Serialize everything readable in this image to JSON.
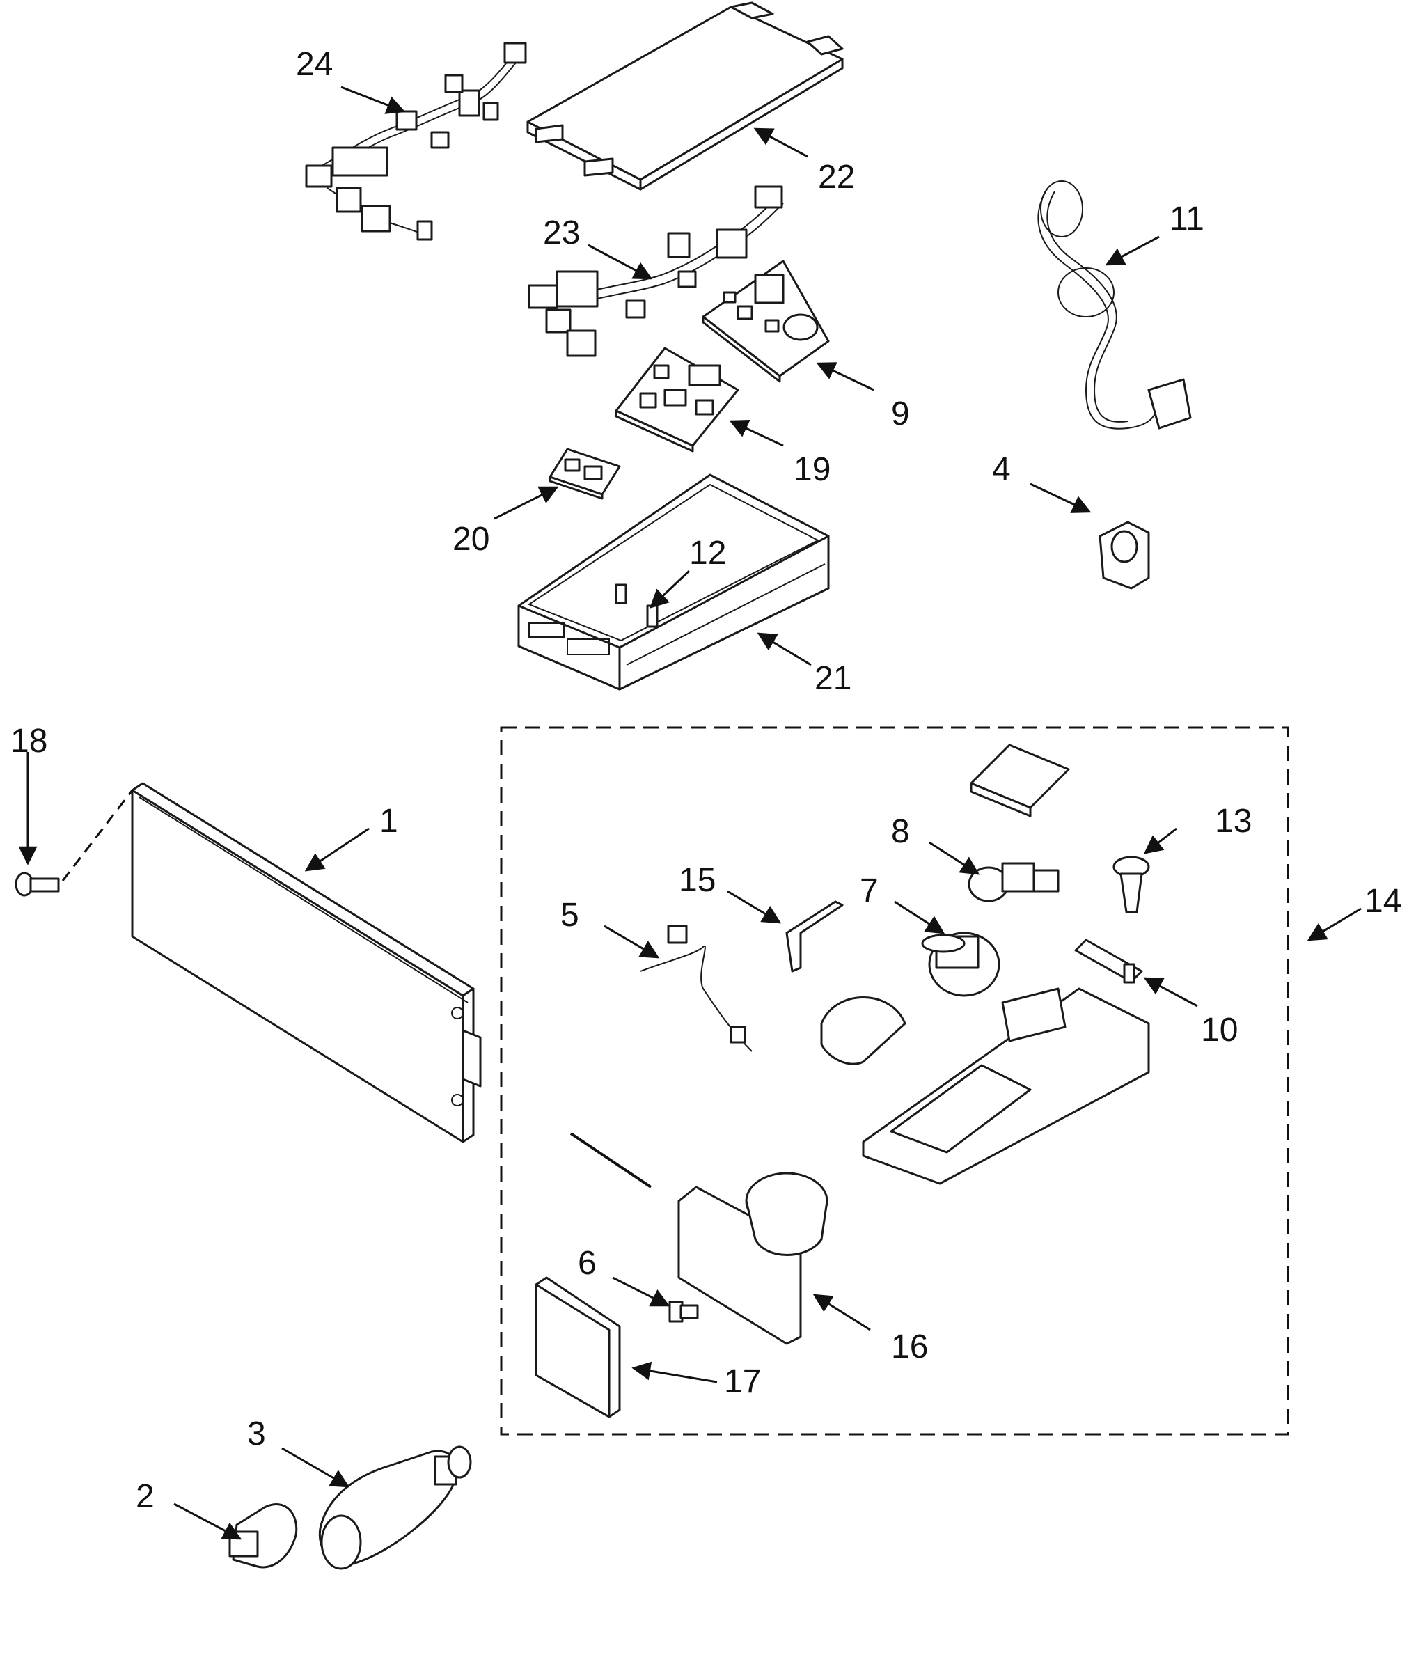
{
  "callouts": {
    "c1": "1",
    "c2": "2",
    "c3": "3",
    "c4": "4",
    "c5": "5",
    "c6": "6",
    "c7": "7",
    "c8": "8",
    "c9": "9",
    "c10": "10",
    "c11": "11",
    "c12": "12",
    "c13": "13",
    "c14": "14",
    "c15": "15",
    "c16": "16",
    "c17": "17",
    "c18": "18",
    "c19": "19",
    "c20": "20",
    "c21": "21",
    "c22": "22",
    "c23": "23",
    "c24": "24"
  },
  "colors": {
    "line": "#1a1a1a",
    "background": "#ffffff"
  }
}
